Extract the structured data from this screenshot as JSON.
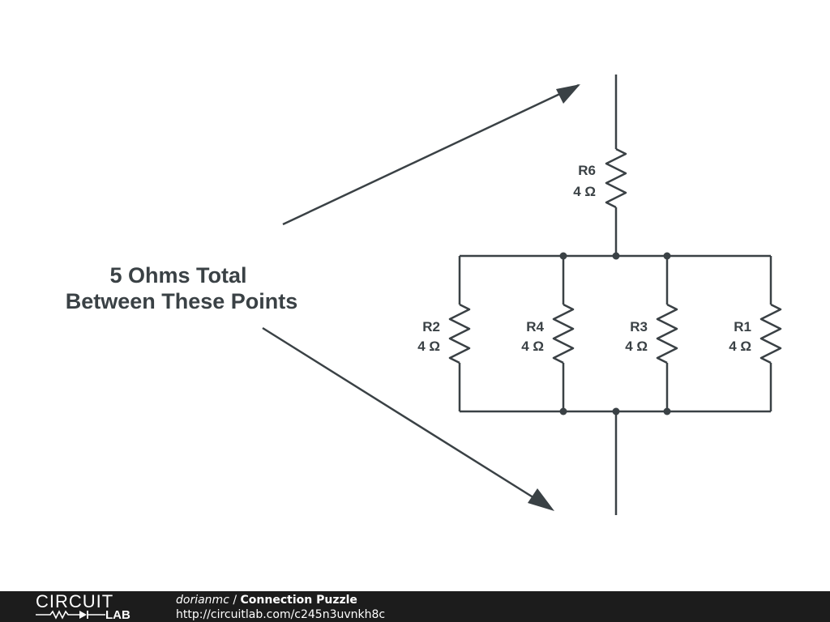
{
  "callout": {
    "line1": "5 Ohms Total",
    "line2": "Between These Points"
  },
  "resistors": [
    {
      "name": "R6",
      "value": "4 Ω"
    },
    {
      "name": "R2",
      "value": "4 Ω"
    },
    {
      "name": "R4",
      "value": "4 Ω"
    },
    {
      "name": "R3",
      "value": "4 Ω"
    },
    {
      "name": "R1",
      "value": "4 Ω"
    }
  ],
  "footer": {
    "logo_top": "CIRCUIT",
    "logo_bottom": "LAB",
    "author": "dorianmc",
    "separator": " / ",
    "title": "Connection Puzzle",
    "url": "http://circuitlab.com/c245n3uvnkh8c"
  },
  "colors": {
    "wire": "#3a4145",
    "footer_bg": "#1c1c1c"
  }
}
